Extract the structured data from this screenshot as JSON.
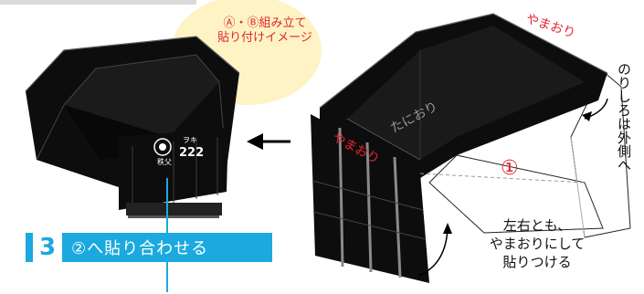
{
  "callout": {
    "line1": "Ⓐ・Ⓑ組み立て",
    "line2": "貼り付けイメージ"
  },
  "step": {
    "number": "3",
    "text": "②へ貼り合わせる"
  },
  "labels": {
    "yamaori_top": "やまおり",
    "yamaori_left": "やまおり",
    "taniori": "たにおり",
    "part_number": "①",
    "glue_note": "のりしろは外側へ",
    "fold_note": "左右とも、\nやまおりにして\n貼りつける"
  },
  "car": {
    "emblem_text": "秩父",
    "number": "222",
    "small_text": "ヲキ"
  },
  "colors": {
    "accent_blue": "#1ba9df",
    "label_red": "#e3242b",
    "callout_bg": "#fdf3c4",
    "panel_black": "#0d0d0d"
  }
}
